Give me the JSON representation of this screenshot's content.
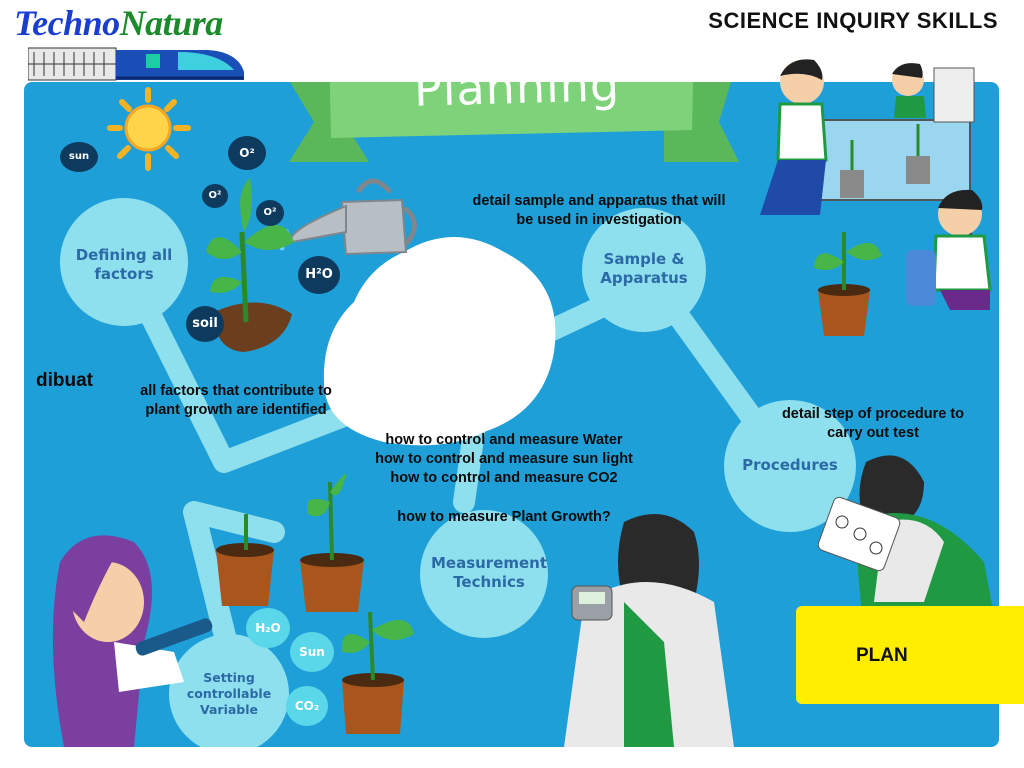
{
  "header": {
    "brand_part1": "Techno",
    "brand_part2": "Natura",
    "title": "SCIENCE INQUIRY SKILLS"
  },
  "banner": {
    "title": "Planning"
  },
  "nodes": {
    "defining": "Defining all factors",
    "sample": "Sample & Apparatus",
    "measurement": "Measurement Technics",
    "procedures": "Procedures",
    "setting": "Setting controllable Variable"
  },
  "notes": {
    "dibuat": "dibuat",
    "factors": "all factors that contribute to plant growth are identified",
    "sample_detail": "detail sample and apparatus that will be  used in investigation",
    "measure_water": "how to control and measure Water",
    "measure_sun": "how to control and measure sun light",
    "measure_co2": "how to control and measure CO2",
    "measure_growth": "how to measure Plant Growth?",
    "procedure_detail": "detail step of procedure to carry out test"
  },
  "bubbles": {
    "sun": "sun",
    "o2_a": "O²",
    "o2_b": "O²",
    "o2_c": "O²",
    "h2o": "H²O",
    "soil": "soil",
    "h2o_b": "H₂O",
    "sun_b": "Sun",
    "co2": "CO₂"
  },
  "plan_box": {
    "label": "PLAN"
  },
  "colors": {
    "board": "#1f9fd8",
    "path": "#8fe0ee",
    "banner": "#7ed37a",
    "node_text": "#2b6aa6",
    "plan": "#ffee00"
  }
}
